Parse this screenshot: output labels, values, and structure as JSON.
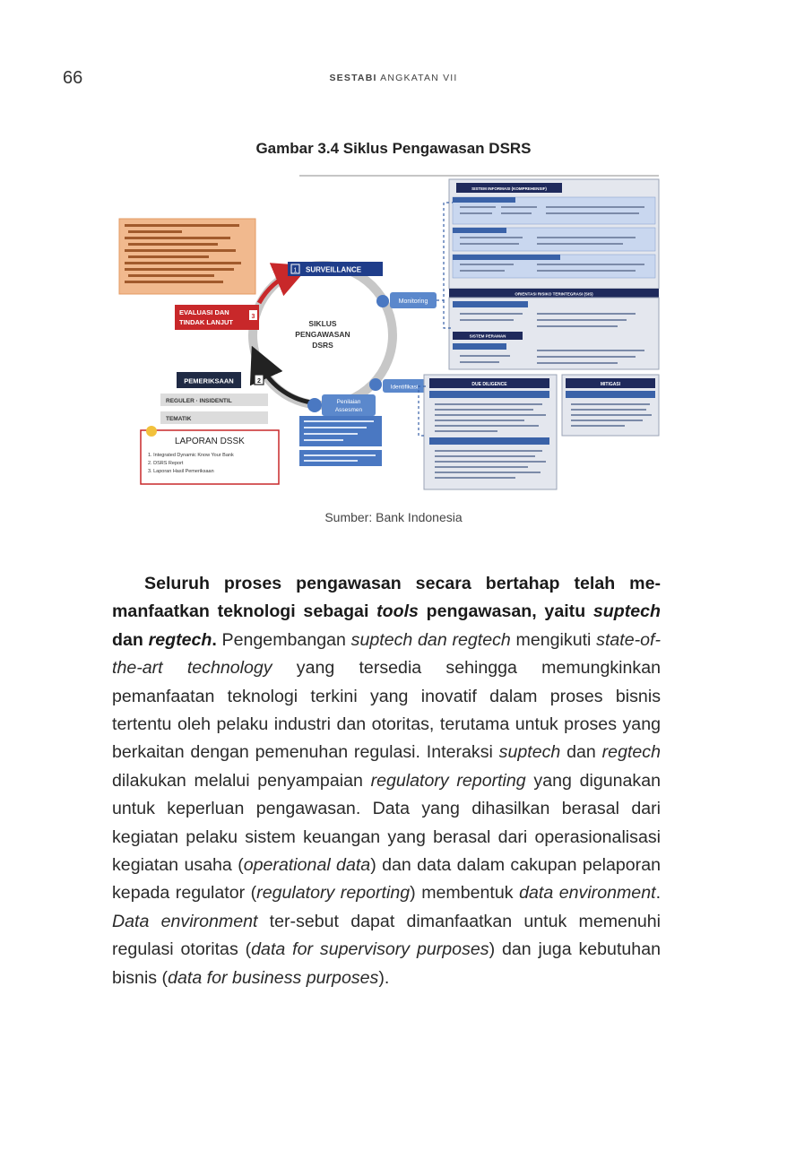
{
  "header": {
    "page_number": "66",
    "running_head_bold": "SESTABI",
    "running_head_rest": " ANGKATAN VII"
  },
  "figure": {
    "caption": "Gambar 3.4 Siklus Pengawasan DSRS",
    "source": "Sumber: Bank Indonesia",
    "cycle_title": [
      "SIKLUS",
      "PENGAWASAN",
      "DSRS"
    ],
    "stage_surveillance": "SURVEILLANCE",
    "stage_surveillance_num": "1",
    "stage_evaluasi": [
      "EVALUASI DAN",
      "TINDAK LANJUT"
    ],
    "stage_evaluasi_num": "3",
    "stage_num_2": "2",
    "pill_monitoring": "Monitoring",
    "pill_identifikasi": "Identifikasi",
    "pill_penilaian": [
      "Penilaian",
      "Assesmen"
    ],
    "pemeriksaan_title": "PEMERIKSAAN",
    "pemeriksaan_items": [
      "REGULER · INSIDENTIL",
      "TEMATIK"
    ],
    "laporan_title": "LAPORAN DSSK",
    "laporan_items": [
      "1.  Integrated Dynamic Know Your Bank",
      "2.  DSRS Report",
      "3.  Laporan Hasil Pemeriksaan"
    ],
    "right_headers": [
      "SISTEM INFORMASI (KOMPREHENSIF)",
      "ORIENTASI RISIKO TERINTEGRASI (SIS)",
      "SISTEM PERAMAN",
      "DUE DILIGENCE",
      "MITIGASI"
    ]
  },
  "body": {
    "s1": "Seluruh proses pengawasan secara bertahap telah me-manfaatkan teknologi sebagai ",
    "s2": "tools",
    "s3": " pengawasan, yaitu ",
    "s4": "suptech",
    "s5": " dan ",
    "s6": "regtech",
    "s7": ".",
    "s8": " Pengembangan ",
    "s9": "suptech dan regtech",
    "s10": " mengikuti ",
    "s11": "state-of-the-art technology",
    "s12": " yang tersedia sehingga memungkinkan pemanfaatan teknologi terkini yang inovatif dalam proses bisnis tertentu oleh pelaku industri dan otoritas, terutama untuk proses yang berkaitan dengan pemenuhan regulasi. Interaksi ",
    "s13": "suptech",
    "s14": " dan ",
    "s15": "regtech",
    "s16": " dilakukan melalui penyampaian ",
    "s17": "regulatory reporting",
    "s18": " yang digunakan untuk keperluan pengawasan. Data yang dihasilkan berasal dari kegiatan pelaku sistem keuangan yang berasal dari operasionalisasi kegiatan usaha (",
    "s19": "operational data",
    "s20": ") dan data dalam cakupan pelaporan kepada regulator (",
    "s21": "regulatory reporting",
    "s22": ") membentuk ",
    "s23": "data environment",
    "s24": ". ",
    "s25": "Data environment",
    "s26": " ter-sebut dapat dimanfaatkan untuk memenuhi regulasi otoritas (",
    "s27": "data for supervisory purposes",
    "s28": ") dan juga kebutuhan bisnis (",
    "s29": "data for business purposes",
    "s30": ")."
  }
}
